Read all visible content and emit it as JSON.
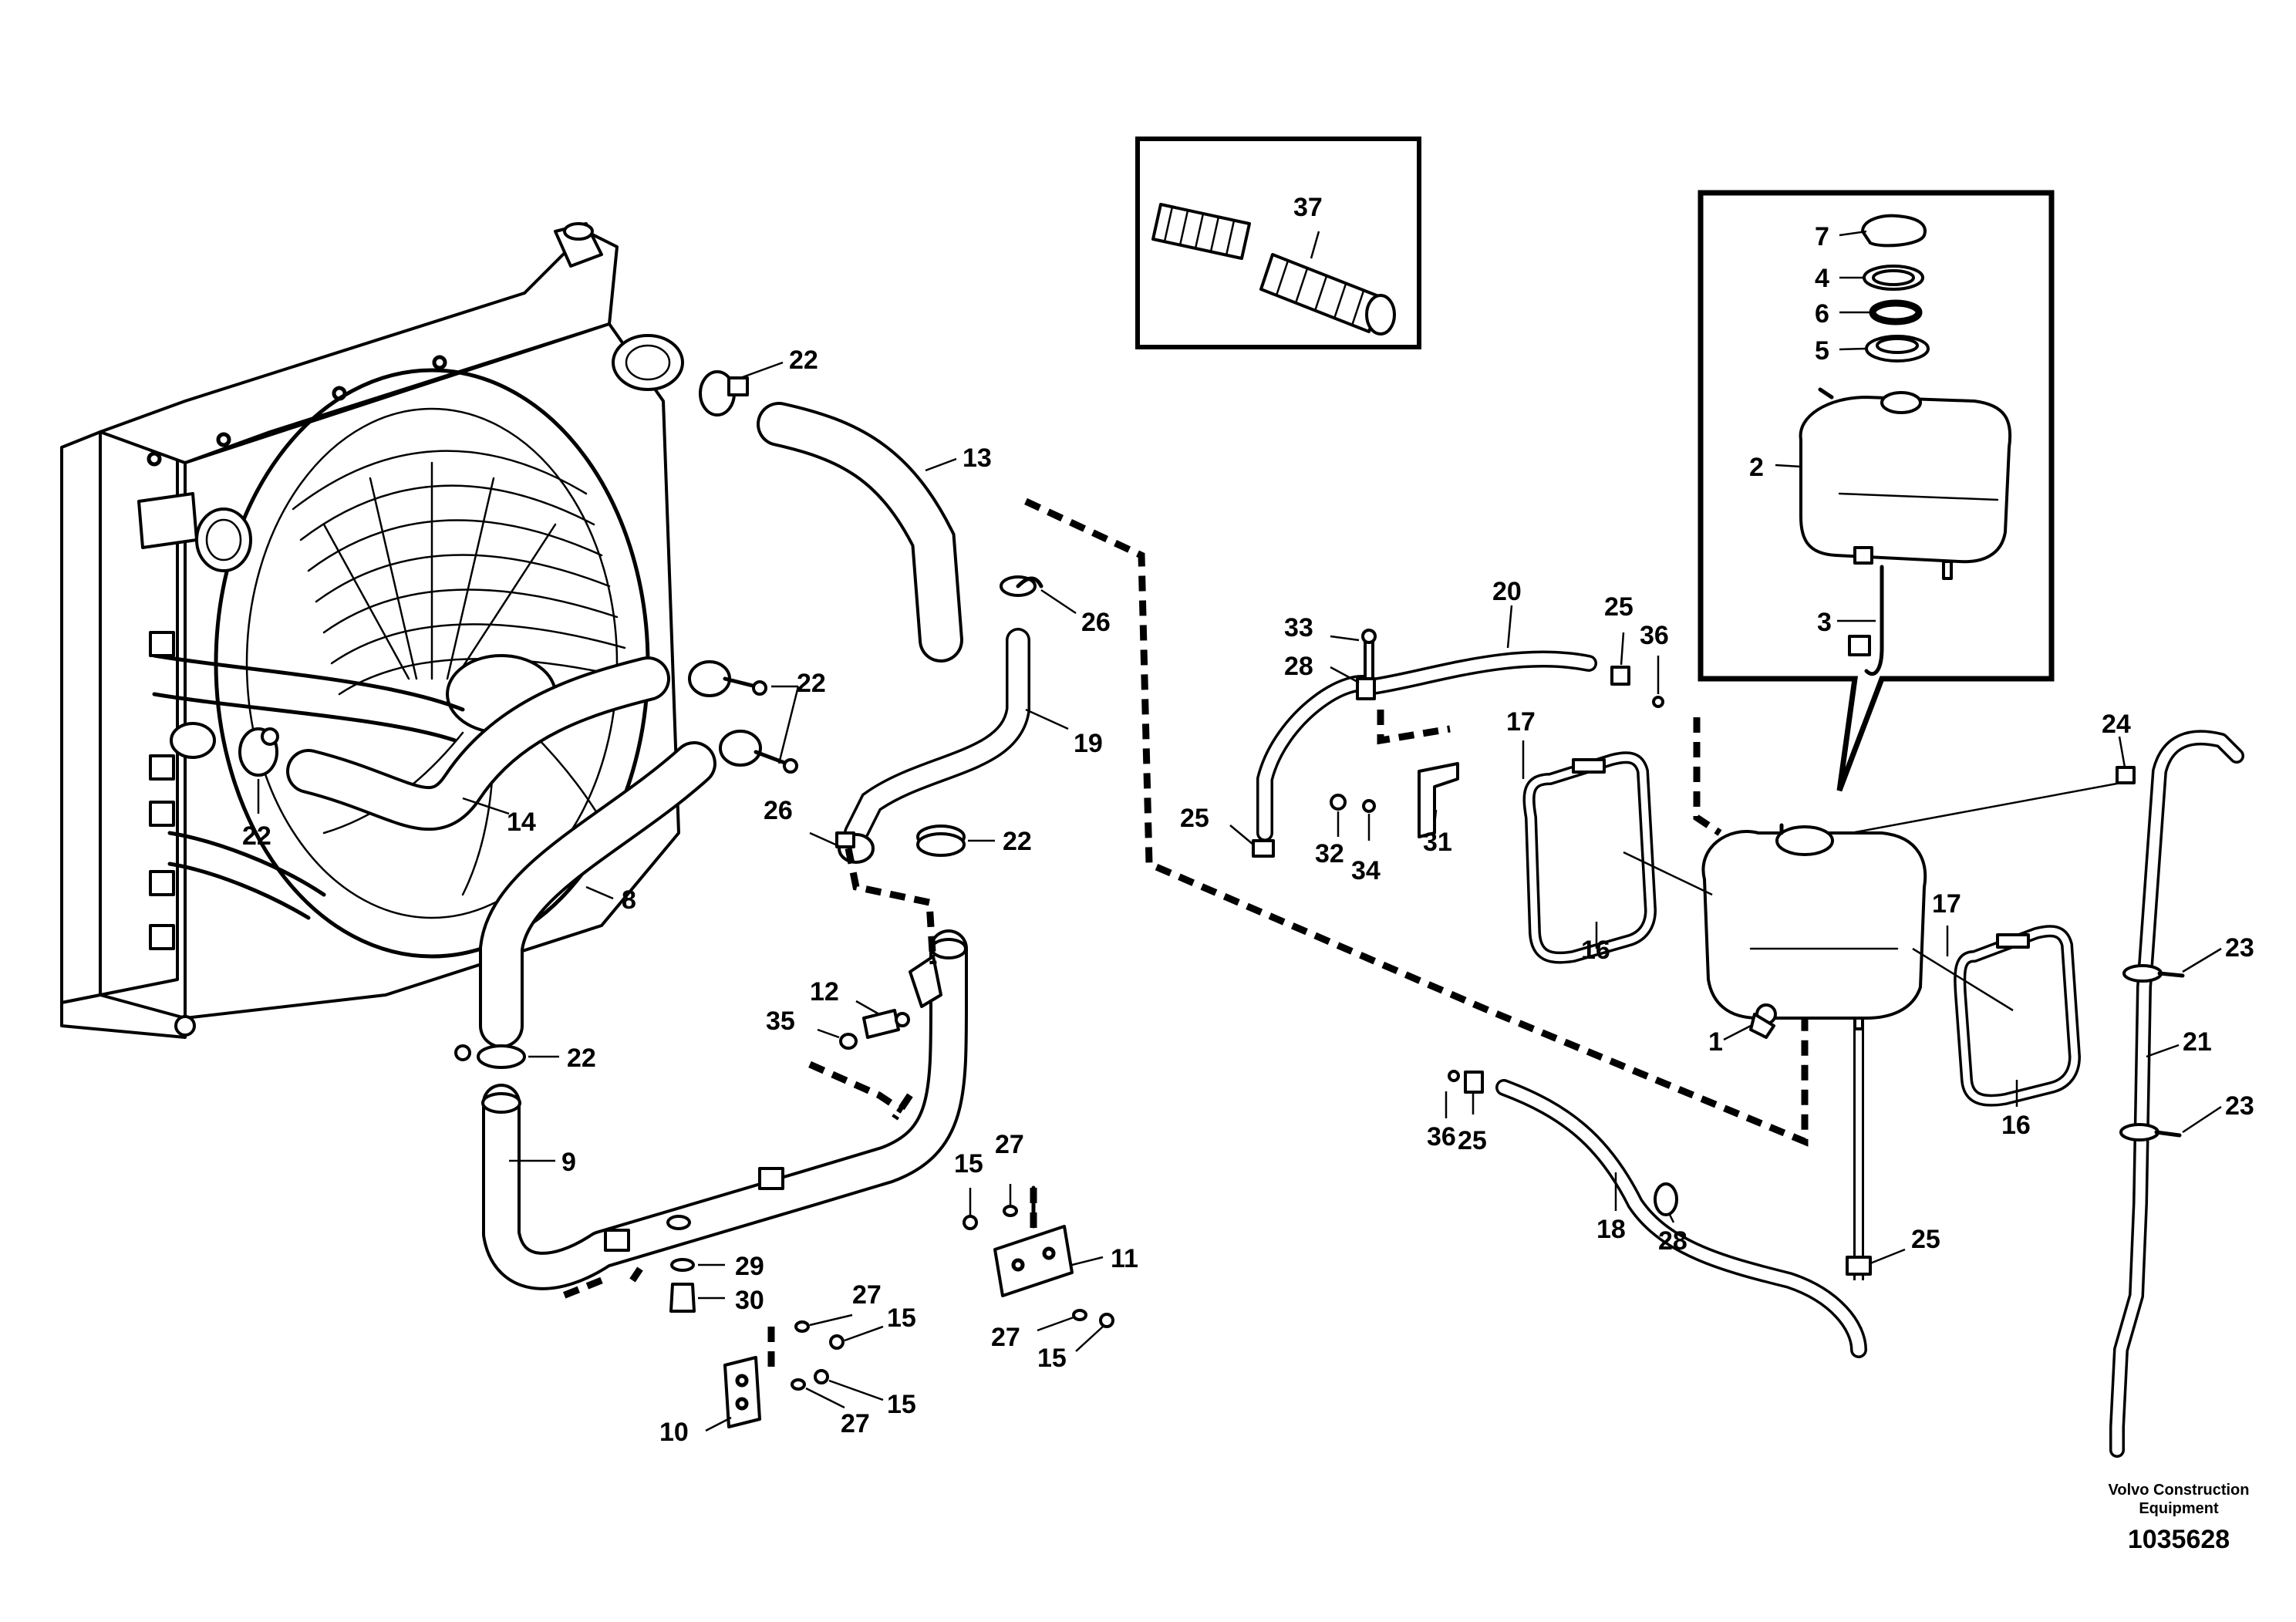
{
  "callouts": {
    "c1": "1",
    "c2": "2",
    "c3": "3",
    "c4": "4",
    "c5": "5",
    "c6": "6",
    "c7": "7",
    "c8": "8",
    "c9": "9",
    "c10": "10",
    "c11": "11",
    "c12": "12",
    "c13": "13",
    "c14": "14",
    "c15": "15",
    "c16": "16",
    "c17": "17",
    "c18": "18",
    "c19": "19",
    "c20": "20",
    "c21": "21",
    "c22": "22",
    "c23": "23",
    "c24": "24",
    "c25": "25",
    "c26": "26",
    "c27": "27",
    "c28": "28",
    "c29": "29",
    "c30": "30",
    "c31": "31",
    "c32": "32",
    "c33": "33",
    "c34": "34",
    "c35": "35",
    "c36": "36",
    "c37": "37"
  },
  "footer": {
    "company_line1": "Volvo Construction",
    "company_line2": "Equipment",
    "drawing_number": "1035628"
  }
}
